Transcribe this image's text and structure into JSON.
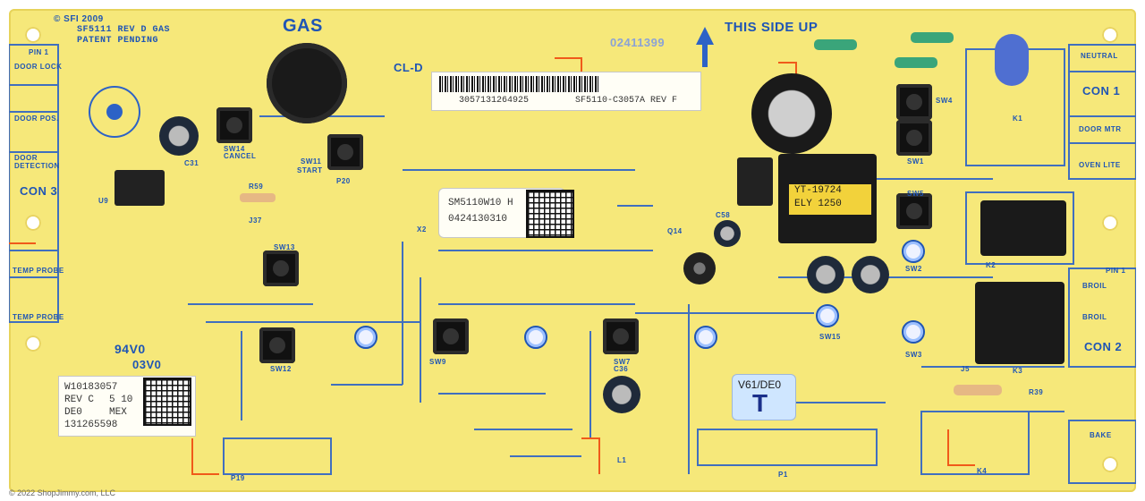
{
  "board_texts": {
    "copyright_top": "© SFI 2009",
    "model_line": "SF5111 REV D GAS",
    "patent": "PATENT PENDING",
    "gas": "GAS",
    "cld": "CL-D",
    "this_side_up": "THIS SIDE UP",
    "con1": "CON 1",
    "con2": "CON 2",
    "con3": "CON 3",
    "pin1_left": "PIN 1",
    "pin1_right": "PIN 1",
    "door_lock": "DOOR LOCK",
    "door_pos": "DOOR POS.",
    "door_detection": "DOOR DETECTION",
    "temp_probe_top": "TEMP PROBE",
    "temp_probe_bottom": "TEMP PROBE",
    "neutral": "NEUTRAL",
    "door_mtr": "DOOR MTR",
    "oven_lite": "OVEN LITE",
    "broil_top": "BROIL",
    "broil_bottom": "BROIL",
    "bake": "BAKE",
    "cancel": "CANCEL",
    "start": "START",
    "label_94v0": "94V0",
    "label_03v0": "03V0",
    "yt_line1": "YT-19724",
    "yt_line2": "ELY 1250",
    "v61": "V61/DE0",
    "tag_t": "T",
    "copyright_bottom": "© 2022 ShopJimmy.com, LLC"
  },
  "labels": {
    "barcode_top": {
      "num": "3057131264925",
      "part": "SF5110-C3057A REV F",
      "handwriting": "02411399"
    },
    "sticker_mid": {
      "line1": "SM5110W10 H",
      "line2": "0424130310"
    },
    "sticker_bottom_left": {
      "line1": "W10183057",
      "line2a": "REV C",
      "line2b": "5 10",
      "line3a": "DE0",
      "line3b": "MEX",
      "line4": "131265598"
    }
  },
  "component_refs": {
    "sw14": "SW14",
    "sw11": "SW11",
    "sw13": "SW13",
    "sw12": "SW12",
    "sw9": "SW9",
    "sw7": "SW7",
    "sw4": "SW4",
    "sw1": "SW1",
    "sw5": "SW5",
    "sw2": "SW2",
    "sw3": "SW3",
    "sw15": "SW15",
    "c31": "C31",
    "u9": "U9",
    "r59": "R59",
    "j37": "J37",
    "p20": "P20",
    "x2": "X2",
    "k1": "K1",
    "k2": "K2",
    "k3": "K3",
    "k4": "K4",
    "p1": "P1",
    "p19": "P19",
    "l1": "L1",
    "r39": "R39",
    "j5": "J5",
    "c36": "C36",
    "q14": "Q14",
    "c58": "C58"
  }
}
